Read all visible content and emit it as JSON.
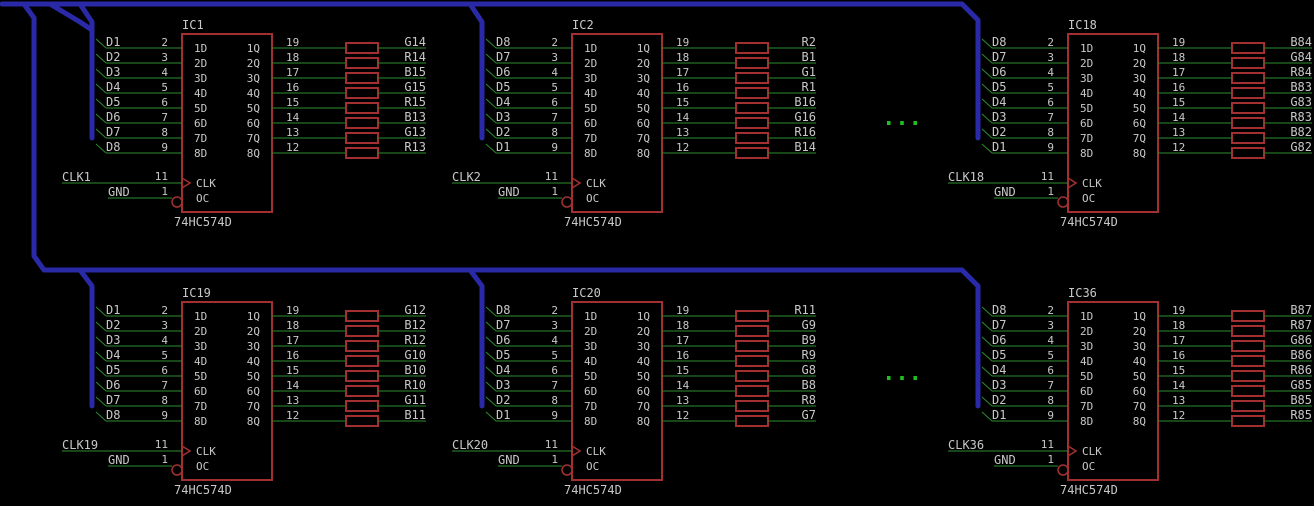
{
  "colors": {
    "bus": "#2a2aa8",
    "wire": "#2e8b2e",
    "part": "#a33030",
    "text": "#c8c8c8",
    "dots": "#1fbf1f"
  },
  "ellipsis": "...",
  "chips": [
    {
      "name": "IC1",
      "part": "74HC574D",
      "clk": "CLK1",
      "gnd": "GND",
      "d": [
        "D1",
        "D2",
        "D3",
        "D4",
        "D5",
        "D6",
        "D7",
        "D8"
      ],
      "dpins": [
        "2",
        "3",
        "4",
        "5",
        "6",
        "7",
        "8",
        "9"
      ],
      "inlabels": [
        "1D",
        "2D",
        "3D",
        "4D",
        "5D",
        "6D",
        "7D",
        "8D"
      ],
      "outlabels": [
        "1Q",
        "2Q",
        "3Q",
        "4Q",
        "5Q",
        "6Q",
        "7Q",
        "8Q"
      ],
      "qpins": [
        "19",
        "18",
        "17",
        "16",
        "15",
        "14",
        "13",
        "12"
      ],
      "clkpin": "11",
      "ocpin": "1",
      "clklabel": "CLK",
      "oclabel": "OC",
      "nets": [
        "G14",
        "R14",
        "B15",
        "G15",
        "R15",
        "B13",
        "G13",
        "R13"
      ]
    },
    {
      "name": "IC2",
      "part": "74HC574D",
      "clk": "CLK2",
      "gnd": "GND",
      "d": [
        "D8",
        "D7",
        "D6",
        "D5",
        "D4",
        "D3",
        "D2",
        "D1"
      ],
      "dpins": [
        "2",
        "3",
        "4",
        "5",
        "6",
        "7",
        "8",
        "9"
      ],
      "inlabels": [
        "1D",
        "2D",
        "3D",
        "4D",
        "5D",
        "6D",
        "7D",
        "8D"
      ],
      "outlabels": [
        "1Q",
        "2Q",
        "3Q",
        "4Q",
        "5Q",
        "6Q",
        "7Q",
        "8Q"
      ],
      "qpins": [
        "19",
        "18",
        "17",
        "16",
        "15",
        "14",
        "13",
        "12"
      ],
      "clkpin": "11",
      "ocpin": "1",
      "clklabel": "CLK",
      "oclabel": "OC",
      "nets": [
        "R2",
        "B1",
        "G1",
        "R1",
        "B16",
        "G16",
        "R16",
        "B14"
      ]
    },
    {
      "name": "IC18",
      "part": "74HC574D",
      "clk": "CLK18",
      "gnd": "GND",
      "d": [
        "D8",
        "D7",
        "D6",
        "D5",
        "D4",
        "D3",
        "D2",
        "D1"
      ],
      "dpins": [
        "2",
        "3",
        "4",
        "5",
        "6",
        "7",
        "8",
        "9"
      ],
      "inlabels": [
        "1D",
        "2D",
        "3D",
        "4D",
        "5D",
        "6D",
        "7D",
        "8D"
      ],
      "outlabels": [
        "1Q",
        "2Q",
        "3Q",
        "4Q",
        "5Q",
        "6Q",
        "7Q",
        "8Q"
      ],
      "qpins": [
        "19",
        "18",
        "17",
        "16",
        "15",
        "14",
        "13",
        "12"
      ],
      "clkpin": "11",
      "ocpin": "1",
      "clklabel": "CLK",
      "oclabel": "OC",
      "nets": [
        "B84",
        "G84",
        "R84",
        "B83",
        "G83",
        "R83",
        "B82",
        "G82"
      ]
    },
    {
      "name": "IC19",
      "part": "74HC574D",
      "clk": "CLK19",
      "gnd": "GND",
      "d": [
        "D1",
        "D2",
        "D3",
        "D4",
        "D5",
        "D6",
        "D7",
        "D8"
      ],
      "dpins": [
        "2",
        "3",
        "4",
        "5",
        "6",
        "7",
        "8",
        "9"
      ],
      "inlabels": [
        "1D",
        "2D",
        "3D",
        "4D",
        "5D",
        "6D",
        "7D",
        "8D"
      ],
      "outlabels": [
        "1Q",
        "2Q",
        "3Q",
        "4Q",
        "5Q",
        "6Q",
        "7Q",
        "8Q"
      ],
      "qpins": [
        "19",
        "18",
        "17",
        "16",
        "15",
        "14",
        "13",
        "12"
      ],
      "clkpin": "11",
      "ocpin": "1",
      "clklabel": "CLK",
      "oclabel": "OC",
      "nets": [
        "G12",
        "B12",
        "R12",
        "G10",
        "B10",
        "R10",
        "G11",
        "B11"
      ]
    },
    {
      "name": "IC20",
      "part": "74HC574D",
      "clk": "CLK20",
      "gnd": "GND",
      "d": [
        "D8",
        "D7",
        "D6",
        "D5",
        "D4",
        "D3",
        "D2",
        "D1"
      ],
      "dpins": [
        "2",
        "3",
        "4",
        "5",
        "6",
        "7",
        "8",
        "9"
      ],
      "inlabels": [
        "1D",
        "2D",
        "3D",
        "4D",
        "5D",
        "6D",
        "7D",
        "8D"
      ],
      "outlabels": [
        "1Q",
        "2Q",
        "3Q",
        "4Q",
        "5Q",
        "6Q",
        "7Q",
        "8Q"
      ],
      "qpins": [
        "19",
        "18",
        "17",
        "16",
        "15",
        "14",
        "13",
        "12"
      ],
      "clkpin": "11",
      "ocpin": "1",
      "clklabel": "CLK",
      "oclabel": "OC",
      "nets": [
        "R11",
        "G9",
        "B9",
        "R9",
        "G8",
        "B8",
        "R8",
        "G7"
      ]
    },
    {
      "name": "IC36",
      "part": "74HC574D",
      "clk": "CLK36",
      "gnd": "GND",
      "d": [
        "D8",
        "D7",
        "D6",
        "D5",
        "D4",
        "D3",
        "D2",
        "D1"
      ],
      "dpins": [
        "2",
        "3",
        "4",
        "5",
        "6",
        "7",
        "8",
        "9"
      ],
      "inlabels": [
        "1D",
        "2D",
        "3D",
        "4D",
        "5D",
        "6D",
        "7D",
        "8D"
      ],
      "outlabels": [
        "1Q",
        "2Q",
        "3Q",
        "4Q",
        "5Q",
        "6Q",
        "7Q",
        "8Q"
      ],
      "qpins": [
        "19",
        "18",
        "17",
        "16",
        "15",
        "14",
        "13",
        "12"
      ],
      "clkpin": "11",
      "ocpin": "1",
      "clklabel": "CLK",
      "oclabel": "OC",
      "nets": [
        "B87",
        "R87",
        "G86",
        "B86",
        "R86",
        "G85",
        "B85",
        "R85"
      ]
    }
  ]
}
